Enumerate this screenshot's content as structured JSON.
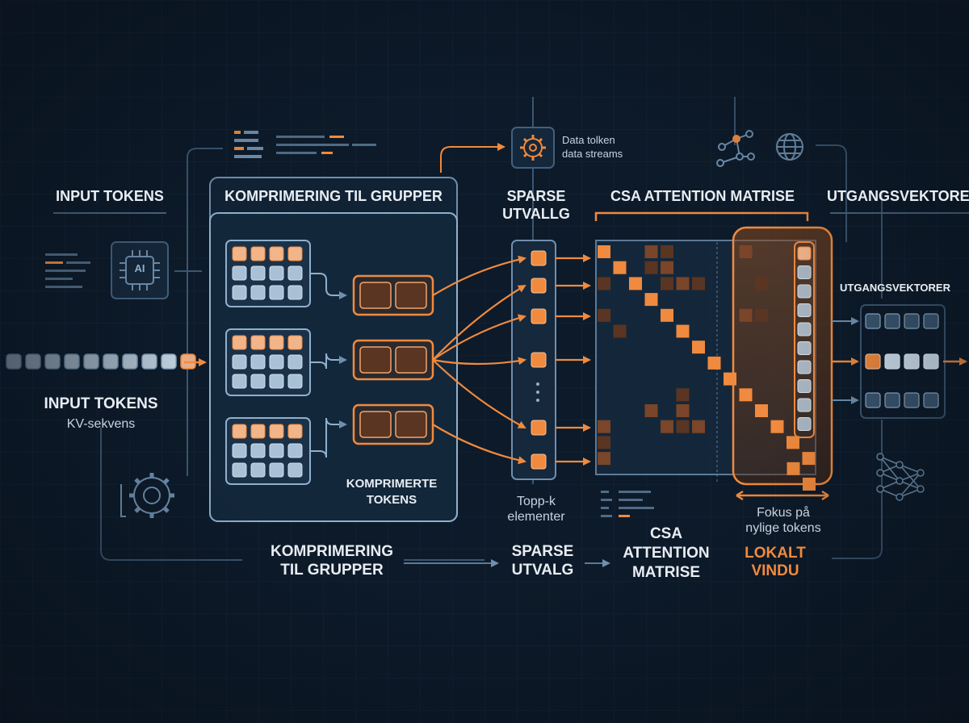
{
  "labels": {
    "input_tokens_top": "INPUT TOKENS",
    "input_tokens": "INPUT TOKENS",
    "input_sub": "KV-sekvens",
    "compress_title": "KOMPRIMERING TIL GRUPPER",
    "compressed_tokens_1": "KOMPRIMERTE",
    "compressed_tokens_2": "TOKENS",
    "sparse_1": "SPARSE",
    "sparse_2": "UTVALLG",
    "topk_1": "Topp-k",
    "topk_2": "elementer",
    "csa_title": "CSA ATTENTION MATRISE",
    "output_top": "UTGANGSVEKTORER",
    "output_side": "UTGANGSVEKTORER",
    "focus_1": "Fokus på",
    "focus_2": "nylige tokens",
    "data_1": "Data tolken",
    "data_2": "data streams",
    "ai_chip": "AI"
  },
  "bottom_flow": {
    "step1_1": "KOMPRIMERING",
    "step1_2": "TIL GRUPPER",
    "step2_1": "SPARSE",
    "step2_2": "UTVALG",
    "step3_1": "CSA",
    "step3_2": "ATTENTION",
    "step3_3": "MATRISE",
    "step4_1": "LOKALT",
    "step4_2": "VINDU"
  },
  "colors": {
    "background": "#0d1a29",
    "accent": "#f08a3e",
    "line": "#5d7a96",
    "token": "#b9cfe0",
    "text": "#e8edf3"
  },
  "icons": [
    "ai-chip-icon",
    "gear-icon",
    "network-icon",
    "globe-icon",
    "neural-net-icon",
    "brain-gear-icon"
  ]
}
